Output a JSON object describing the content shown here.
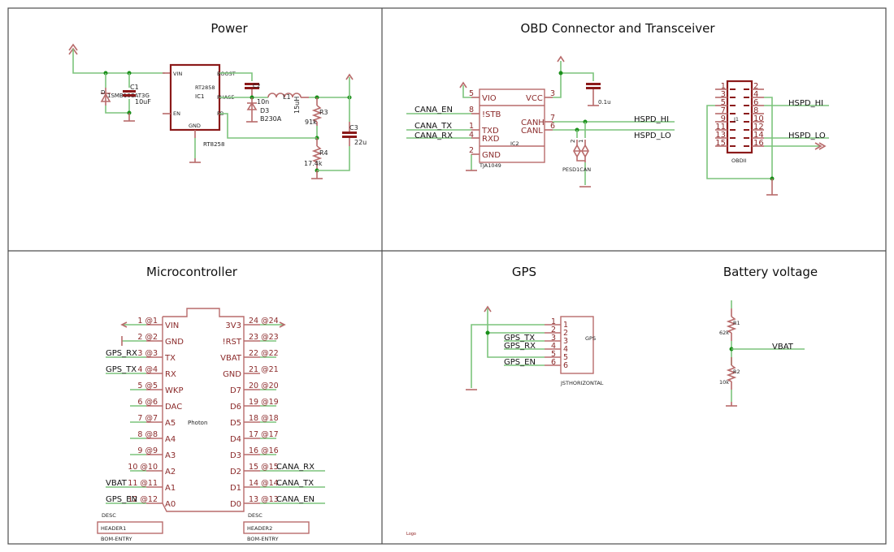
{
  "sheets": {
    "power": "Power",
    "obd": "OBD Connector and Transceiver",
    "mcu": "Microcontroller",
    "gps": "GPS",
    "battery": "Battery voltage"
  },
  "power": {
    "ic1_ref": "IC1",
    "ic1_name": "RT2858",
    "ic1_value": "RT8258",
    "ic1_pins": {
      "vin": "VIN",
      "en": "EN",
      "gnd": "GND",
      "boost": "BOOST",
      "phase": "PHASE",
      "fb": "FB"
    },
    "c1_ref": "C1",
    "c1_value": "10uF",
    "d_ref": "D",
    "d_value": "1SMB16CAT3G",
    "c2_value": "10n",
    "d3_ref": "D3",
    "d3_value": "B230A",
    "l1_ref": "L1",
    "l1_value": "15uH",
    "r3_ref": "R3",
    "r3_value": "91k",
    "r4_ref": "R4",
    "r4_value": "17.4k",
    "c3_ref": "C3",
    "c3_value": "22u"
  },
  "obd": {
    "ic2_ref": "IC2",
    "ic2_value": "TJA1049",
    "pins_left": [
      {
        "num": "5",
        "name": "VIO"
      },
      {
        "num": "8",
        "name": "!STB"
      },
      {
        "num": "1",
        "name": "TXD"
      },
      {
        "num": "4",
        "name": "RXD"
      },
      {
        "num": "2",
        "name": "GND"
      }
    ],
    "pins_right": [
      {
        "num": "3",
        "name": "VCC"
      },
      {
        "num": "7",
        "name": "CANH"
      },
      {
        "num": "6",
        "name": "CANL"
      }
    ],
    "nets": {
      "cana_en": "CANA_EN",
      "cana_tx": "CANA_TX",
      "cana_rx": "CANA_RX",
      "hspd_hi": "HSPD_HI",
      "hspd_lo": "HSPD_LO"
    },
    "cap_value": "0.1u",
    "esd_value": "PESD1CAN",
    "esd_pins": [
      "2",
      "1"
    ],
    "j1_ref": "J1",
    "j1_value": "OBDII",
    "j1_left_pins": [
      "1",
      "3",
      "5",
      "7",
      "9",
      "11",
      "13",
      "15"
    ],
    "j1_right_pins": [
      "2",
      "4",
      "6",
      "8",
      "10",
      "12",
      "14",
      "16"
    ],
    "j1_nets": {
      "hspd_hi": "HSPD_HI",
      "hspd_lo": "HSPD_LO"
    }
  },
  "mcu": {
    "name": "Photon",
    "left_pins": [
      {
        "num": "1 @1",
        "name": "VIN",
        "net": ""
      },
      {
        "num": "2 @2",
        "name": "GND",
        "net": ""
      },
      {
        "num": "3 @3",
        "name": "TX",
        "net": "GPS_RX"
      },
      {
        "num": "4 @4",
        "name": "RX",
        "net": "GPS_TX"
      },
      {
        "num": "5 @5",
        "name": "WKP",
        "net": ""
      },
      {
        "num": "6 @6",
        "name": "DAC",
        "net": ""
      },
      {
        "num": "7 @7",
        "name": "A5",
        "net": ""
      },
      {
        "num": "8 @8",
        "name": "A4",
        "net": ""
      },
      {
        "num": "9 @9",
        "name": "A3",
        "net": ""
      },
      {
        "num": "10 @10",
        "name": "A2",
        "net": ""
      },
      {
        "num": "11 @11",
        "name": "A1",
        "net": "VBAT"
      },
      {
        "num": "12 @12",
        "name": "A0",
        "net": "GPS_EN"
      }
    ],
    "right_pins": [
      {
        "num": "24 @24",
        "name": "3V3",
        "net": ""
      },
      {
        "num": "23 @23",
        "name": "!RST",
        "net": ""
      },
      {
        "num": "22 @22",
        "name": "VBAT",
        "net": ""
      },
      {
        "num": "21 @21",
        "name": "GND",
        "net": ""
      },
      {
        "num": "20 @20",
        "name": "D7",
        "net": ""
      },
      {
        "num": "19 @19",
        "name": "D6",
        "net": ""
      },
      {
        "num": "18 @18",
        "name": "D5",
        "net": ""
      },
      {
        "num": "17 @17",
        "name": "D4",
        "net": ""
      },
      {
        "num": "16 @16",
        "name": "D3",
        "net": ""
      },
      {
        "num": "15 @15",
        "name": "D2",
        "net": "CANA_RX"
      },
      {
        "num": "14 @14",
        "name": "D1",
        "net": "CANA_TX"
      },
      {
        "num": "13 @13",
        "name": "D0",
        "net": "CANA_EN"
      }
    ],
    "header1": {
      "desc": "DESC",
      "name": "HEADER1",
      "bom": "BOM-ENTRY"
    },
    "header2": {
      "desc": "DESC",
      "name": "HEADER2",
      "bom": "BOM-ENTRY"
    }
  },
  "gps": {
    "name": "GPS",
    "value": "JSTHORIZONTAL",
    "pins": [
      {
        "num": "1",
        "net": ""
      },
      {
        "num": "2",
        "net": ""
      },
      {
        "num": "3",
        "net": "GPS_TX"
      },
      {
        "num": "4",
        "net": "GPS_RX"
      },
      {
        "num": "5",
        "net": ""
      },
      {
        "num": "6",
        "net": "GPS_EN"
      }
    ]
  },
  "battery": {
    "r1_ref": "R1",
    "r1_value": "62k",
    "r2_ref": "R2",
    "r2_value": "10k",
    "net": "VBAT"
  },
  "logo": "Logo"
}
